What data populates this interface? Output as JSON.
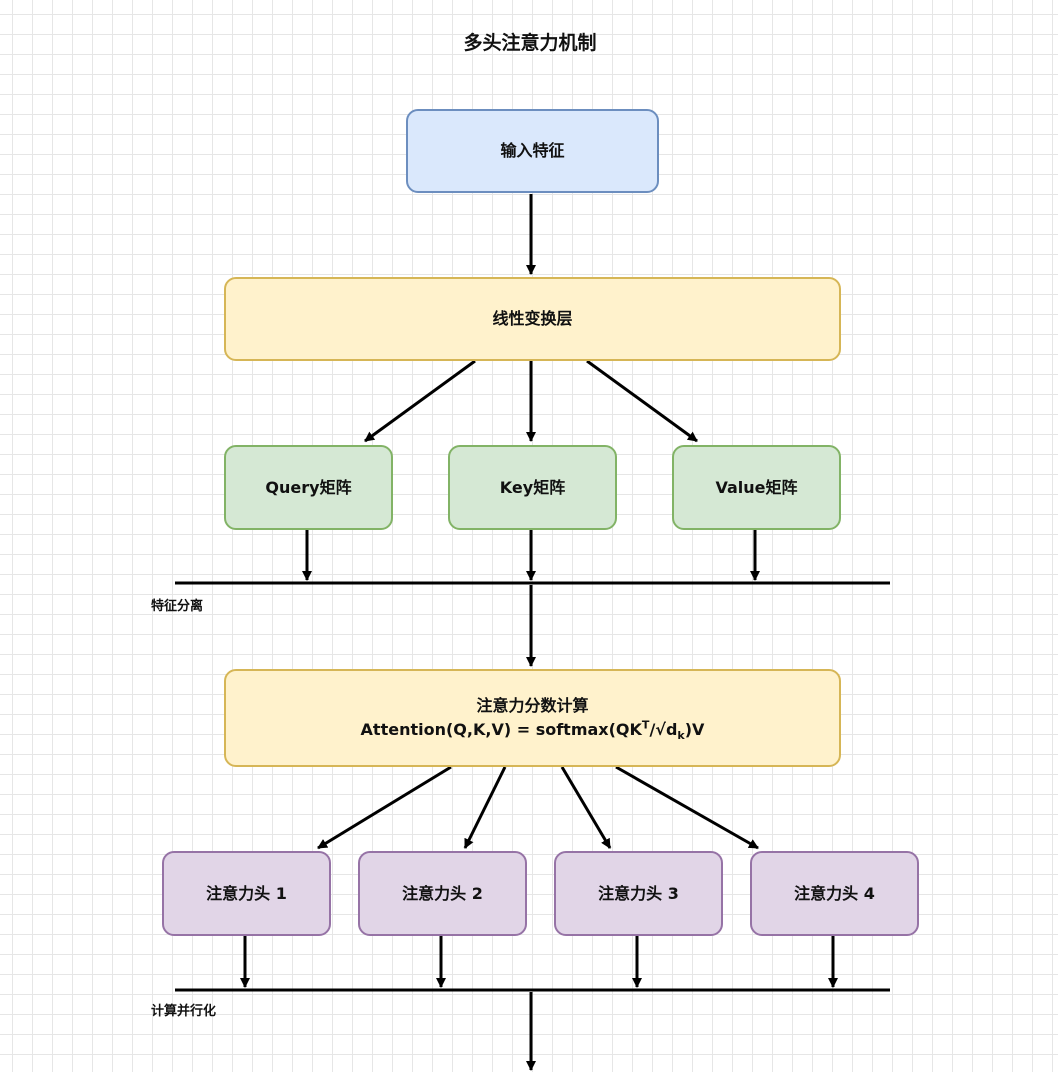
{
  "diagram": {
    "title": "多头注意力机制",
    "input": "输入特征",
    "linear": "线性变换层",
    "query": "Query矩阵",
    "key": "Key矩阵",
    "value": "Value矩阵",
    "split_label": "特征分离",
    "score": {
      "line1": "注意力分数计算",
      "formula_prefix": "Attention(Q,K,V) = softmax(QK",
      "formula_sup": "T",
      "formula_mid": "/√d",
      "formula_sub": "k",
      "formula_suffix": ")V"
    },
    "heads": [
      "注意力头 1",
      "注意力头 2",
      "注意力头 3",
      "注意力头 4"
    ],
    "parallel_label": "计算并行化"
  },
  "colors": {
    "input_fill": "#dae8fc",
    "input_stroke": "#6c8ebf",
    "process_fill": "#fff2cc",
    "process_stroke": "#d6b656",
    "matrix_fill": "#d5e8d4",
    "matrix_stroke": "#82b366",
    "head_fill": "#e1d5e7",
    "head_stroke": "#9673a6",
    "edge": "#000000"
  }
}
